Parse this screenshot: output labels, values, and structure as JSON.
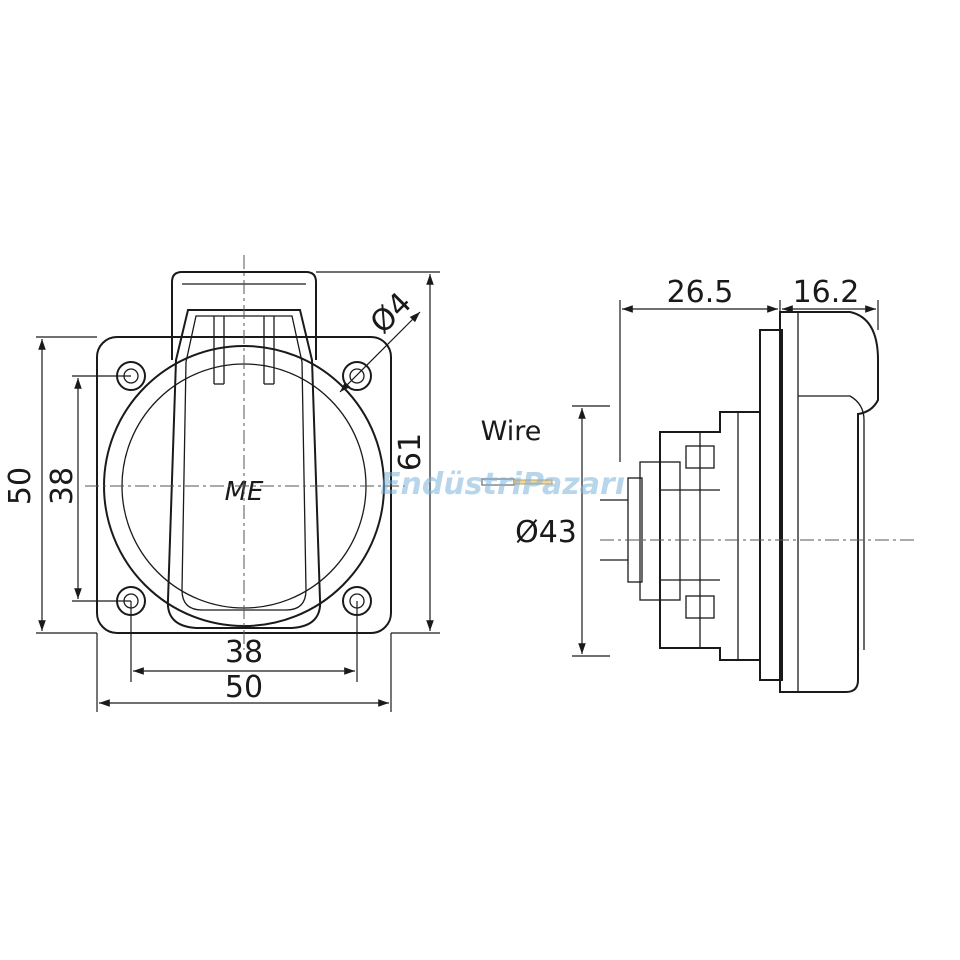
{
  "front_view": {
    "height_outer_label": "50",
    "height_holes_label": "38",
    "height_total_label": "61",
    "width_holes_label": "38",
    "width_outer_label": "50",
    "hole_diameter_label": "Ø4",
    "logo_text": "ME"
  },
  "side_view": {
    "depth_rear_label": "26.5",
    "depth_front_label": "16.2",
    "body_diameter_label": "Ø43",
    "wire_label": "Wire"
  },
  "watermark": {
    "text": "EndüstriPazarı",
    "color": "#7fb6dc"
  }
}
